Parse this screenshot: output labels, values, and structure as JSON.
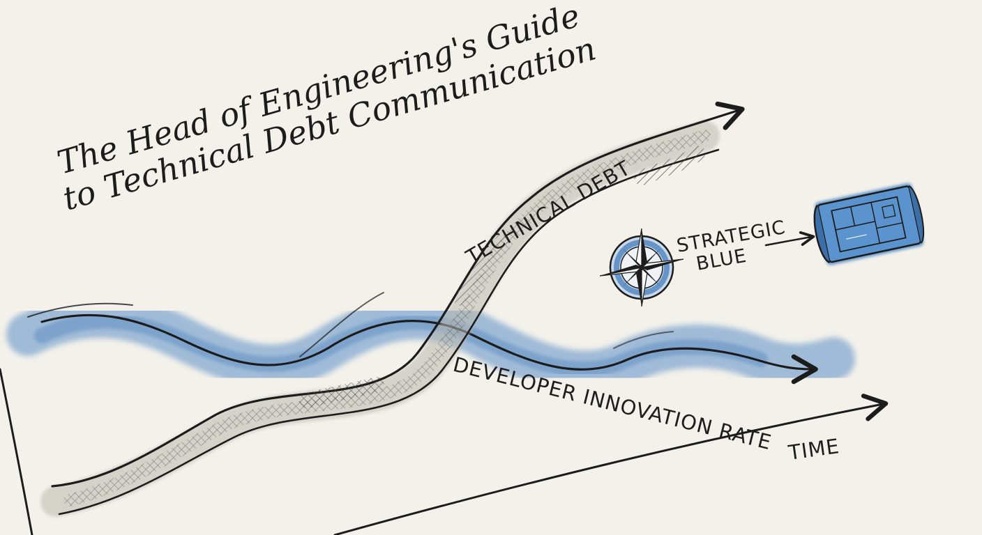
{
  "title": {
    "line1": "The Head of Engineering's Guide",
    "line2": "to Technical Debt Communication"
  },
  "labels": {
    "technical_debt": "TECHNICAL DEBT",
    "developer_innovation_rate": "DEVELOPER INNOVATION RATE",
    "time": "TIME",
    "strategic_line1": "STRATEGIC",
    "strategic_line2": "BLUE"
  },
  "icons": {
    "compass": "compass-rose-icon",
    "blueprint": "blueprint-scroll-icon"
  },
  "colors": {
    "paper": "#f3f1ea",
    "ink": "#1c1c1c",
    "watercolor_blue": "#4f86c2",
    "debt_grey": "#b9b6ad",
    "blueprint_blue": "#3f7dc0"
  }
}
